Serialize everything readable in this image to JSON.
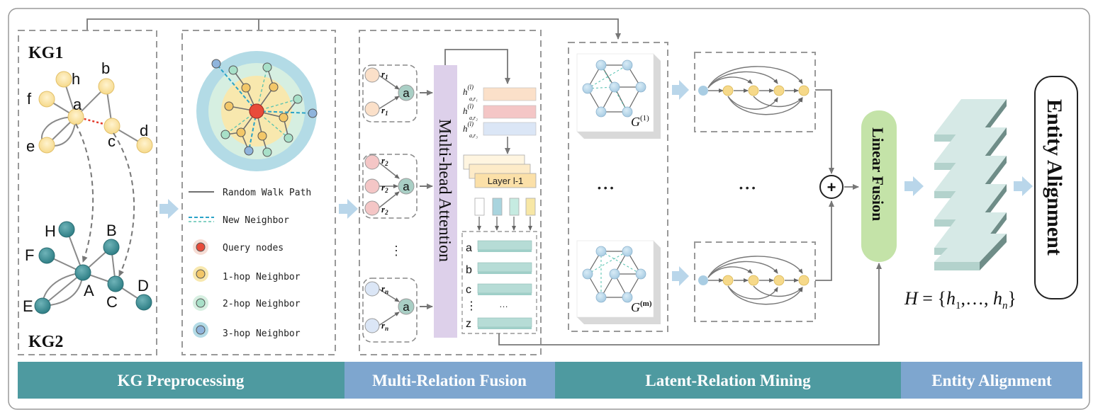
{
  "kg1": {
    "title": "KG1",
    "nodes": [
      "h",
      "b",
      "f",
      "a",
      "c",
      "d",
      "e"
    ]
  },
  "kg2": {
    "title": "KG2",
    "nodes": [
      "H",
      "B",
      "F",
      "A",
      "C",
      "D",
      "E"
    ]
  },
  "legend": {
    "random_walk": "Random Walk Path",
    "new_neighbor": "New Neighbor",
    "query": "Query nodes",
    "hop1": "1-hop Neighbor",
    "hop2": "2-hop Neighbor",
    "hop3": "3-hop Neighbor"
  },
  "fusion": {
    "attention_label": "Multi-head Attention",
    "center_node": "a",
    "r1": "r",
    "r1_sub": "1",
    "r2": "r",
    "r2_sub": "2",
    "rn": "r",
    "rn_sub": "n",
    "vdots": "⋮",
    "h_label": "h",
    "h_sup": "(l)",
    "h_sub1": "a,r₁",
    "h_sub2": "a,r₂",
    "h_sub3": "a,r₃",
    "layer_label": "Layer l-1",
    "entities": [
      "a",
      "b",
      "c",
      "⋮",
      "z"
    ],
    "ellipsis": "…"
  },
  "mining": {
    "g1": "G",
    "g1_sup": "(1)",
    "gm": "G",
    "gm_sup": "(m)",
    "dots": "• • •",
    "plus": "+"
  },
  "linear_fusion": "Linear Fusion",
  "entity_alignment_box": "Entity Alignment",
  "output_formula": {
    "H": "H",
    "eq": " = {",
    "h1": "h",
    "h1_sub": "1",
    "mid": ",…, ",
    "hn": "h",
    "hn_sub": "n",
    "close": "}"
  },
  "stages": [
    "KG Preprocessing",
    "Multi-Relation Fusion",
    "Latent-Relation Mining",
    "Entity Alignment"
  ],
  "colors": {
    "kg1_node": "#fbe3a0",
    "kg2_node": "#3f8e95",
    "query": "#e84b3a",
    "hop1": "#f3c768",
    "hop2": "#a8e0c8",
    "hop3": "#8fb4dc",
    "stage_teal": "#4e9aa0",
    "stage_blue": "#7ea6cf",
    "attention": "#ddd0ea",
    "linear_fusion": "#c4e3a8"
  }
}
